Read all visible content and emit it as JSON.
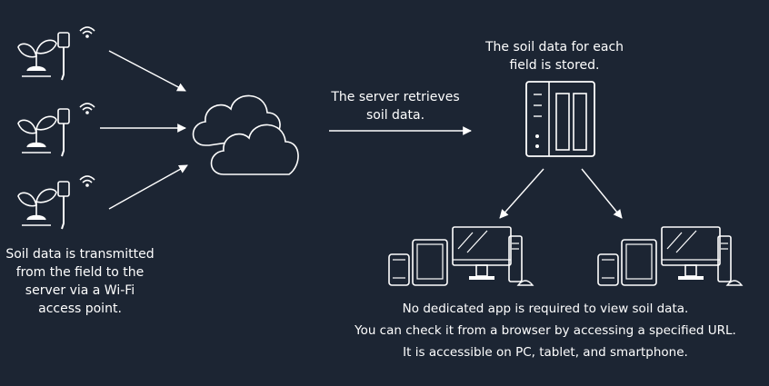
{
  "colors": {
    "background": "#1c2533",
    "foreground": "#ffffff"
  },
  "icons": {
    "sensor": "plant-with-soil-sensor-icon",
    "wifi": "wifi-icon",
    "cloud": "cloud-icon",
    "server": "server-icon",
    "devices": "pc-tablet-smartphone-icon",
    "arrow": "arrow-icon"
  },
  "captions": {
    "field": [
      "Soil data is transmitted",
      "from the field to the",
      "server via a Wi-Fi",
      "access point."
    ],
    "server_retrieve": [
      "The server retrieves",
      "soil data."
    ],
    "stored": [
      "The soil data for each",
      "field is stored."
    ],
    "access": [
      "No dedicated app is required to view soil data.",
      "You can check it from a browser by accessing a specified URL.",
      "It is accessible on PC, tablet, and smartphone."
    ]
  }
}
